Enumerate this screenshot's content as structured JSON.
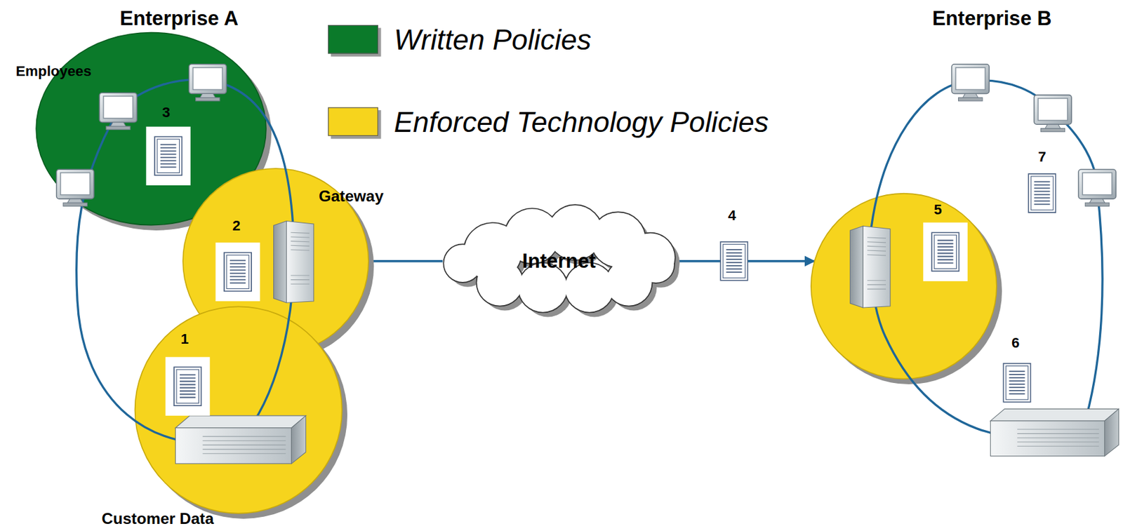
{
  "diagram": {
    "nodes": [
      {
        "text": [
          "Employees"
        ]
      },
      {
        "text": [
          "Gateway"
        ]
      },
      {
        "text": [
          "Customer Data"
        ]
      },
      {
        "text": [
          "Internet"
        ]
      },
      {
        "text": [
          "5"
        ]
      }
    ],
    "edges": [
      {
        "from": 1,
        "to": 3,
        "arrow": "none"
      },
      {
        "from": 3,
        "to": 4,
        "arrow": "to"
      }
    ],
    "labels": [
      "Enterprise A",
      "Enterprise B",
      "1",
      "2",
      "3",
      "4",
      "6",
      "7"
    ],
    "legend": [
      {
        "text": "Written Policies",
        "color": "#0b7a2a"
      },
      {
        "text": "Enforced Technology Policies",
        "color": "#f6d41d"
      }
    ]
  }
}
